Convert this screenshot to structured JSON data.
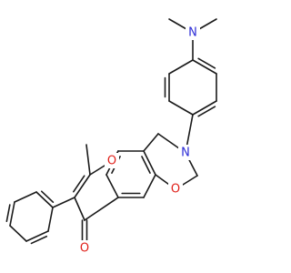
{
  "molecule": {
    "atoms": {
      "n_amine": {
        "label": "N",
        "color": "#2b2bd6"
      },
      "n_ring": {
        "label": "N",
        "color": "#2b2bd6"
      },
      "o_pyran": {
        "label": "O",
        "color": "#e0201a"
      },
      "o_oxazine": {
        "label": "O",
        "color": "#e0201a"
      },
      "o_carbonyl": {
        "label": "O",
        "color": "#e0201a"
      }
    },
    "bond_color": "#1a1a1a",
    "background": "#ffffff"
  }
}
